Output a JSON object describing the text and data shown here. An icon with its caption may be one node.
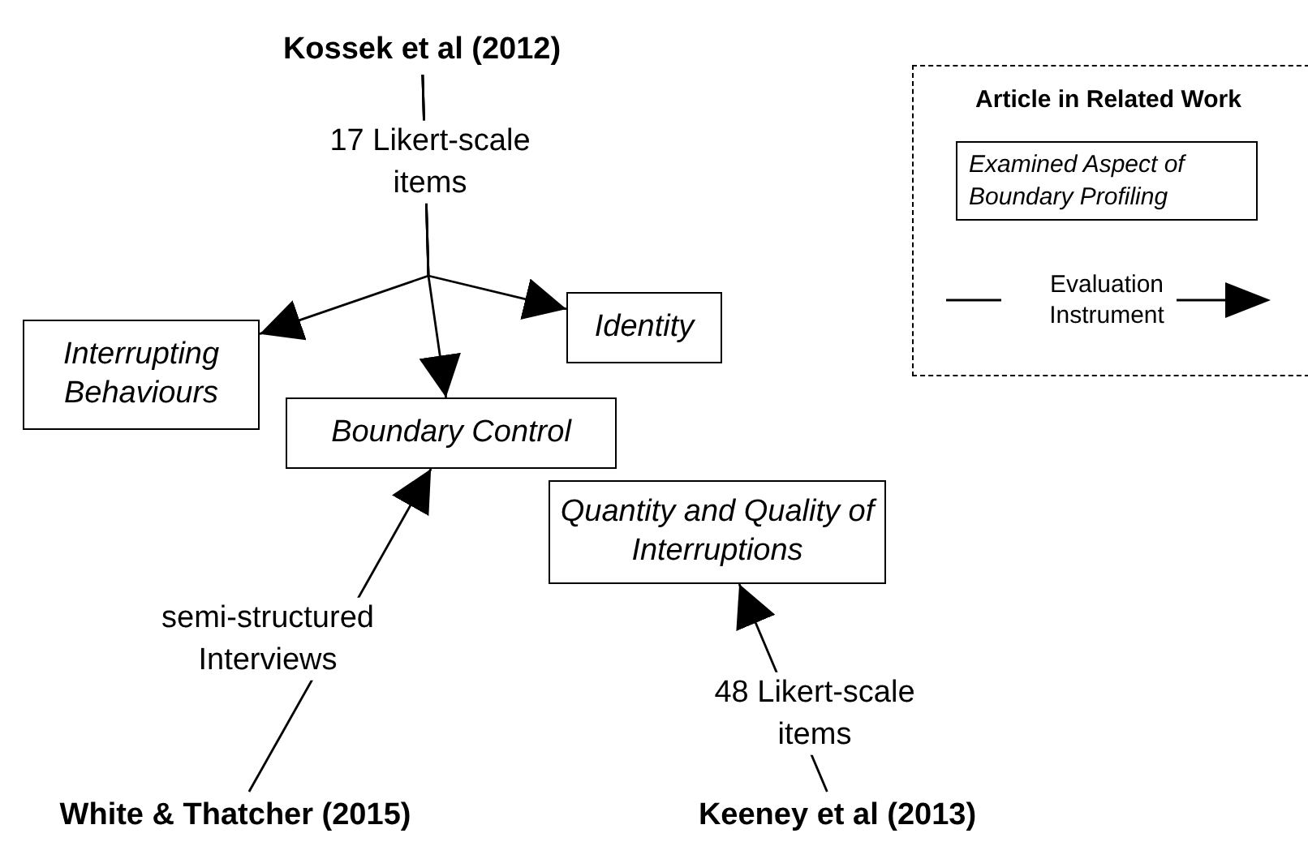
{
  "diagram": {
    "nodes": [
      {
        "text": [
          "Kossek et al (2012)"
        ]
      },
      {
        "text": [
          "Interrupting Behaviours"
        ]
      },
      {
        "text": [
          "Identity"
        ]
      },
      {
        "text": [
          "Boundary Control"
        ]
      },
      {
        "text": [
          "White & Thatcher (2015)"
        ]
      },
      {
        "text": [
          "Quantity and Quality of Interruptions"
        ]
      },
      {
        "text": [
          "Keeney et al (2013)"
        ]
      }
    ],
    "edges": [
      {
        "from": 0,
        "to": 1,
        "arrow": "to",
        "label": "17 Likert-scale items"
      },
      {
        "from": 0,
        "to": 3,
        "arrow": "to"
      },
      {
        "from": 0,
        "to": 2,
        "arrow": "to"
      },
      {
        "from": 4,
        "to": 3,
        "arrow": "to",
        "label": "semi-structured Interviews"
      },
      {
        "from": 6,
        "to": 5,
        "arrow": "to",
        "label": "48 Likert-scale items"
      }
    ],
    "legend": [
      {
        "text": "Article in Related Work"
      },
      {
        "text": "Examined Aspect of Boundary Profiling"
      },
      {
        "text": "Evaluation Instrument"
      }
    ]
  }
}
